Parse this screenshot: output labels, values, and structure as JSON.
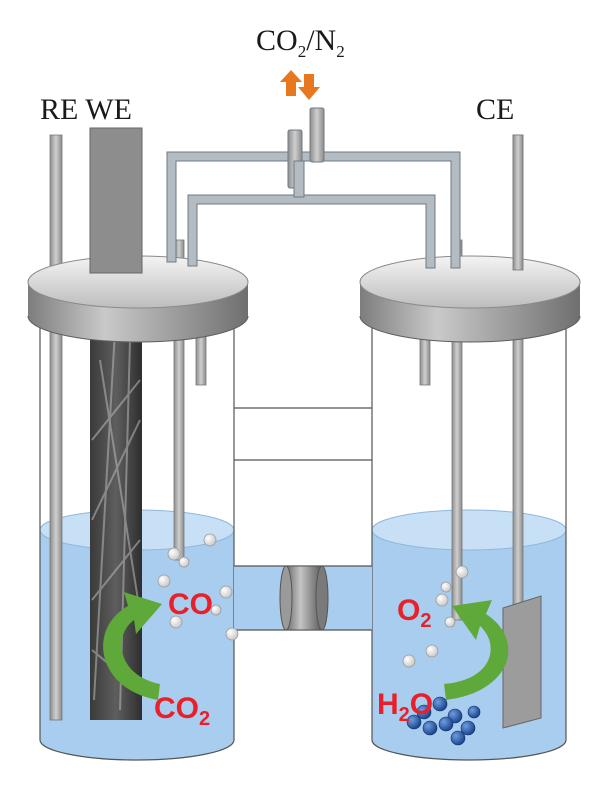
{
  "labels": {
    "gas_main": "CO",
    "gas_sub": "2",
    "gas_sep": "/N",
    "gas_sub2": "2",
    "re_we": "RE WE",
    "ce": "CE"
  },
  "species": {
    "co": "CO",
    "o2_main": "O",
    "o2_sub": "2",
    "co2_main": "CO",
    "co2_sub": "2",
    "h2o_h": "H",
    "h2o_sub": "2",
    "h2o_o": "O"
  },
  "colors": {
    "electrolyte": "#a9cdee",
    "cap": "#9b9b9b",
    "arrow_gas": "#e8781e",
    "arrow_reaction": "#5fa83a",
    "label_species": "#e8202a",
    "water_molecule": "#1f4fa0"
  }
}
